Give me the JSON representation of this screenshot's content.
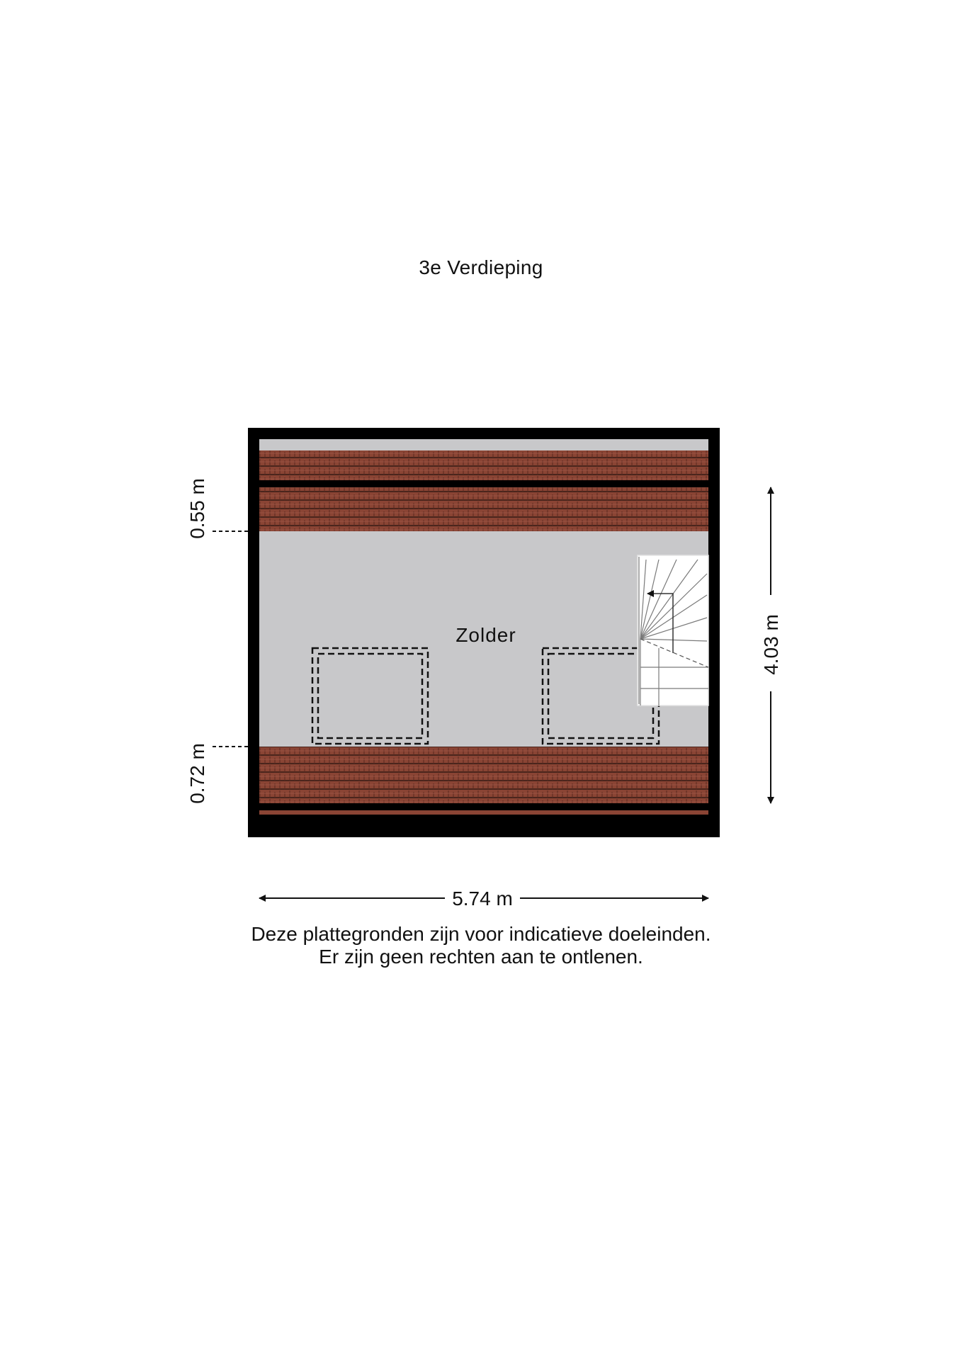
{
  "floor": {
    "title": "3e Verdieping",
    "room_label": "Zolder"
  },
  "dimensions": {
    "width": "5.74 m",
    "depth": "4.03 m",
    "top_slope": "0.55 m",
    "bottom_slope": "0.72 m"
  },
  "disclaimer": {
    "line1": "Deze plattegronden zijn voor indicatieve doeleinden.",
    "line2": "Er zijn geen rechten aan te ontlenen."
  },
  "colors": {
    "wall": "#000000",
    "roof_tiles": "#8a4434",
    "floor": "#c8c8ca",
    "stair": "#ffffff"
  },
  "icons": [
    "roof-tiles-pattern",
    "staircase-icon",
    "skylight-icon"
  ]
}
